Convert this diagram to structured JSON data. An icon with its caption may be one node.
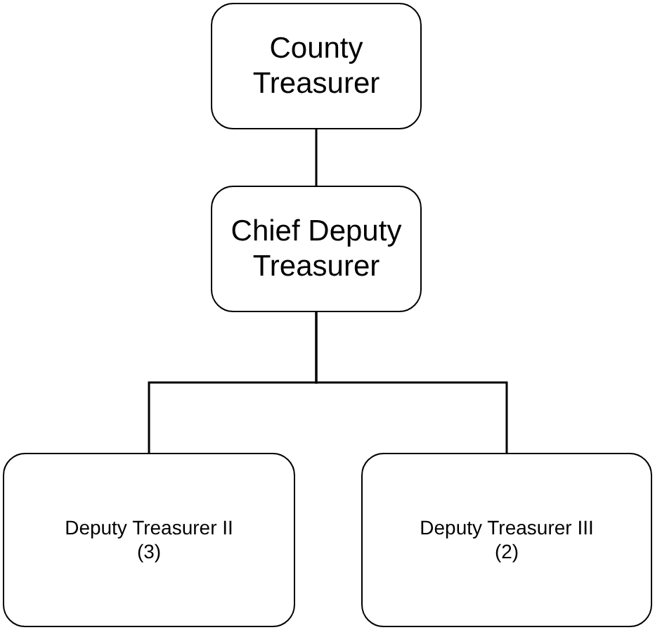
{
  "diagram": {
    "nodes": [
      {
        "text": [
          "County Treasurer"
        ]
      },
      {
        "text": [
          "Chief Deputy Treasurer"
        ]
      },
      {
        "text": [
          "Deputy Treasurer II",
          "(3)"
        ]
      },
      {
        "text": [
          "Deputy Treasurer III",
          "(2)"
        ]
      }
    ],
    "edges": [
      {
        "from": 0,
        "to": 1,
        "arrow": "none"
      },
      {
        "from": 1,
        "to": 2,
        "arrow": "none"
      },
      {
        "from": 1,
        "to": 3,
        "arrow": "none"
      }
    ]
  }
}
